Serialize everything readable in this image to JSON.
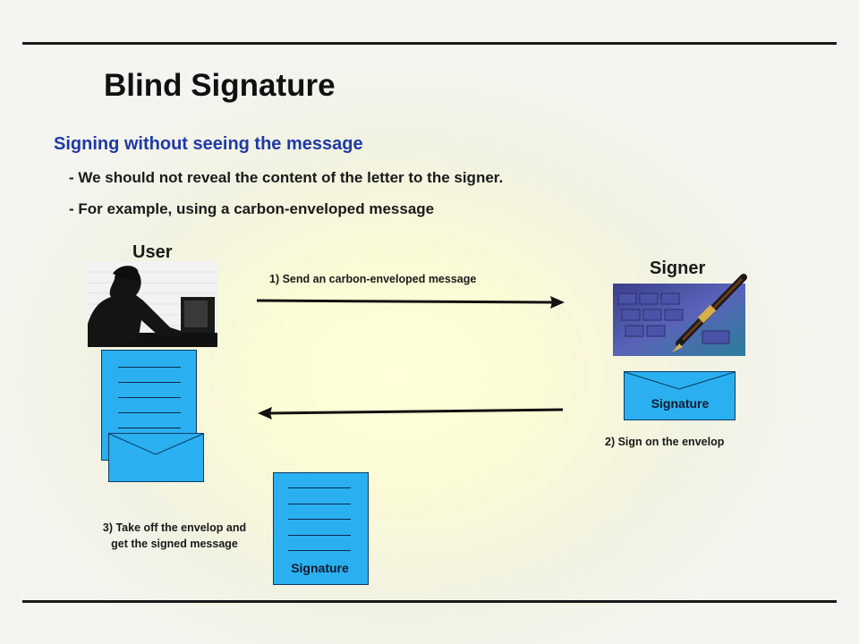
{
  "slide": {
    "title": "Blind Signature",
    "subtitle": "Signing without seeing the message",
    "bullets": [
      "- We should not reveal the content of the letter to the signer.",
      "- For example, using a carbon-enveloped message"
    ]
  },
  "roles": {
    "user": "User",
    "signer": "Signer"
  },
  "steps": {
    "step1": "1) Send an carbon-enveloped message",
    "step2": "2) Sign on the envelop",
    "step3_line1": "3) Take off the envelop and",
    "step3_line2": "get the signed message"
  },
  "labels": {
    "signature_envelope": "Signature",
    "signature_document": "Signature"
  },
  "images": {
    "user": "user-at-computer-silhouette",
    "signer": "pen-and-keyboard"
  },
  "colors": {
    "title": "#111111",
    "subtitle": "#1e3aa6",
    "document": "#2ab0f0",
    "arrow": "#111111"
  }
}
